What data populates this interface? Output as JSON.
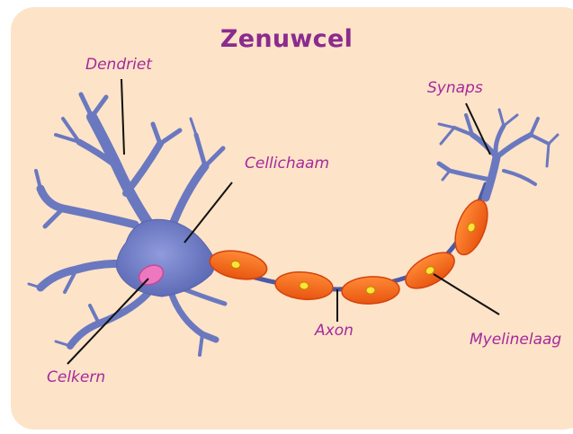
{
  "title": "Zenuwcel",
  "labels": {
    "dendrite": "Dendriet",
    "cell_body": "Cellichaam",
    "nucleus": "Celkern",
    "axon": "Axon",
    "synapse": "Synaps",
    "myelin": "Myelinelaag"
  },
  "colors": {
    "background": "#fde3c8",
    "title": "#8b2b8e",
    "label": "#a6299a",
    "neuron": "#6a78c0",
    "neuron_outline": "#3d4a8c",
    "myelin": "#f26a1f",
    "myelin_outline": "#d4420c",
    "myelin_dot": "#ffe23a",
    "nucleus": "#ee78c0"
  }
}
